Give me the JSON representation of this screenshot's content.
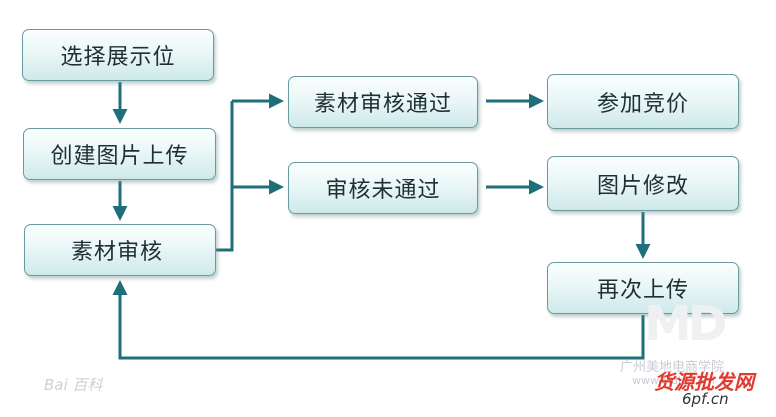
{
  "diagram": {
    "nodes": [
      {
        "id": "n1",
        "label": "选择展示位"
      },
      {
        "id": "n2",
        "label": "创建图片上传"
      },
      {
        "id": "n3",
        "label": "素材审核"
      },
      {
        "id": "n4",
        "label": "素材审核通过"
      },
      {
        "id": "n5",
        "label": "审核未通过"
      },
      {
        "id": "n6",
        "label": "参加竞价"
      },
      {
        "id": "n7",
        "label": "图片修改"
      },
      {
        "id": "n8",
        "label": "再次上传"
      }
    ],
    "edges": [
      {
        "from": "n1",
        "to": "n2"
      },
      {
        "from": "n2",
        "to": "n3"
      },
      {
        "from": "n3",
        "to": "n4"
      },
      {
        "from": "n3",
        "to": "n5"
      },
      {
        "from": "n4",
        "to": "n6"
      },
      {
        "from": "n5",
        "to": "n7"
      },
      {
        "from": "n7",
        "to": "n8"
      },
      {
        "from": "n8",
        "to": "n3"
      }
    ],
    "colors": {
      "arrow": "#1f6f7a",
      "node_border": "#6a9a9e",
      "node_fill": "#eaf7f7"
    }
  },
  "watermarks": {
    "baidu": "Bai 百科",
    "school": "广州美地电商学院",
    "site": "www.Mdie.com",
    "brand": "货源批发网",
    "url": "6pf.cn",
    "logo": "MD"
  }
}
